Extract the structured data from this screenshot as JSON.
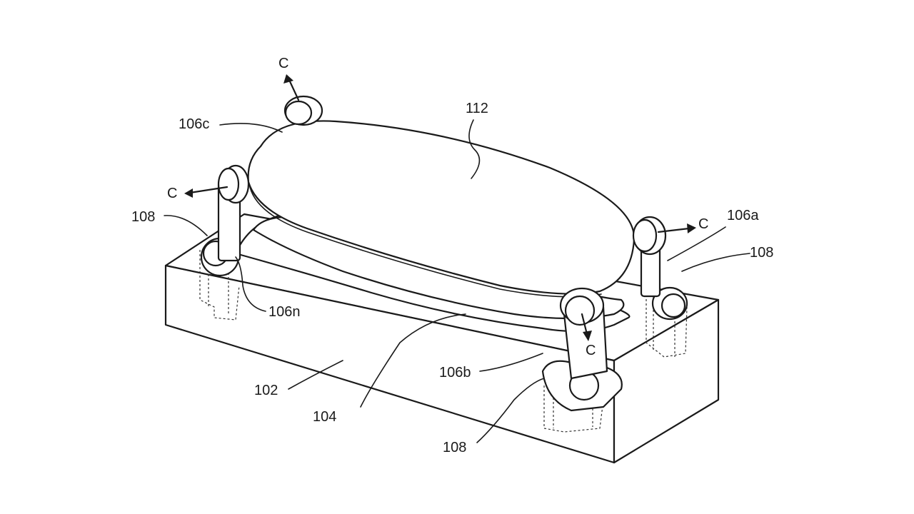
{
  "labels": {
    "c_top": "C",
    "c_left": "C",
    "c_right": "C",
    "c_front": "C",
    "ref_112": "112",
    "ref_106c": "106c",
    "ref_108_left": "108",
    "ref_106a": "106a",
    "ref_108_right": "108",
    "ref_106n": "106n",
    "ref_102": "102",
    "ref_104": "104",
    "ref_106b": "106b",
    "ref_108_front": "108"
  }
}
